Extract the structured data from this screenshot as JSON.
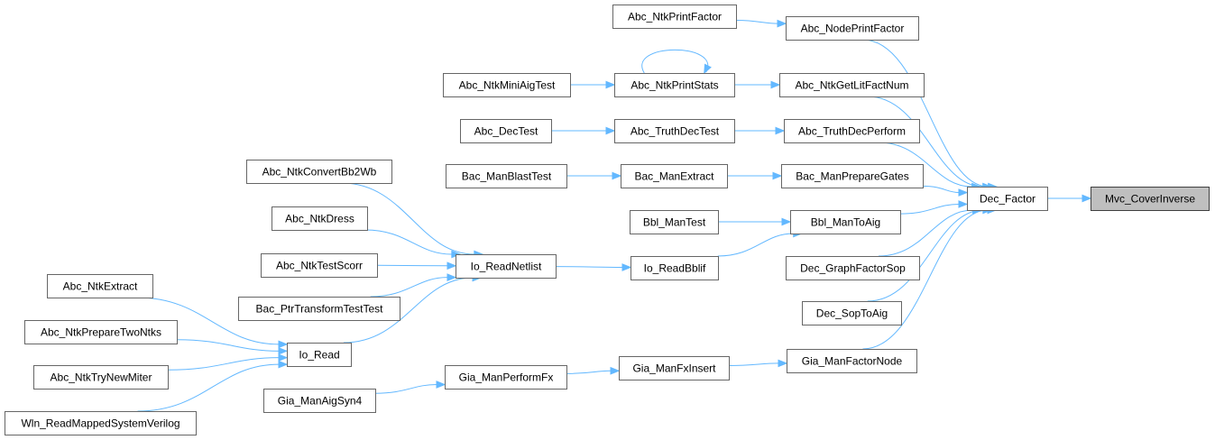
{
  "graph": {
    "root": "Mvc_CoverInverse",
    "nodes": [
      {
        "id": "mvc_coverinverse",
        "label": "Mvc_CoverInverse",
        "root": true
      },
      {
        "id": "dec_factor",
        "label": "Dec_Factor"
      },
      {
        "id": "abc_nodeprintfactor",
        "label": "Abc_NodePrintFactor"
      },
      {
        "id": "abc_ntkgetlitfactnum",
        "label": "Abc_NtkGetLitFactNum"
      },
      {
        "id": "abc_truthdecperform",
        "label": "Abc_TruthDecPerform"
      },
      {
        "id": "bac_manpreparegates",
        "label": "Bac_ManPrepareGates"
      },
      {
        "id": "bbl_mantoaig",
        "label": "Bbl_ManToAig"
      },
      {
        "id": "dec_graphfactorsop",
        "label": "Dec_GraphFactorSop"
      },
      {
        "id": "dec_soptoaig",
        "label": "Dec_SopToAig"
      },
      {
        "id": "gia_manfactornode",
        "label": "Gia_ManFactorNode"
      },
      {
        "id": "abc_ntkprintfactor",
        "label": "Abc_NtkPrintFactor"
      },
      {
        "id": "abc_ntkprintstats",
        "label": "Abc_NtkPrintStats"
      },
      {
        "id": "abc_truthdectest",
        "label": "Abc_TruthDecTest"
      },
      {
        "id": "bac_manextract",
        "label": "Bac_ManExtract"
      },
      {
        "id": "bbl_mantest",
        "label": "Bbl_ManTest"
      },
      {
        "id": "io_readbblif",
        "label": "Io_ReadBblif"
      },
      {
        "id": "gia_manfxinsert",
        "label": "Gia_ManFxInsert"
      },
      {
        "id": "abc_ntkminiaigtest",
        "label": "Abc_NtkMiniAigTest"
      },
      {
        "id": "abc_dectest",
        "label": "Abc_DecTest"
      },
      {
        "id": "bac_manblasttest",
        "label": "Bac_ManBlastTest"
      },
      {
        "id": "io_readnetlist",
        "label": "Io_ReadNetlist"
      },
      {
        "id": "gia_manperformfx",
        "label": "Gia_ManPerformFx"
      },
      {
        "id": "abc_ntkconvertbb2wb",
        "label": "Abc_NtkConvertBb2Wb"
      },
      {
        "id": "abc_ntkdress",
        "label": "Abc_NtkDress"
      },
      {
        "id": "abc_ntktestscorr",
        "label": "Abc_NtkTestScorr"
      },
      {
        "id": "bac_ptrtransformtesttest",
        "label": "Bac_PtrTransformTestTest"
      },
      {
        "id": "io_read",
        "label": "Io_Read"
      },
      {
        "id": "gia_manaigsyn4",
        "label": "Gia_ManAigSyn4"
      },
      {
        "id": "abc_ntkextract",
        "label": "Abc_NtkExtract"
      },
      {
        "id": "abc_ntkpreparetwontks",
        "label": "Abc_NtkPrepareTwoNtks"
      },
      {
        "id": "abc_ntktrynewmiter",
        "label": "Abc_NtkTryNewMiter"
      },
      {
        "id": "wln_readmappedsystemverilog",
        "label": "Wln_ReadMappedSystemVerilog"
      }
    ],
    "edges": [
      {
        "from": "dec_factor",
        "to": "mvc_coverinverse"
      },
      {
        "from": "abc_nodeprintfactor",
        "to": "dec_factor"
      },
      {
        "from": "abc_ntkgetlitfactnum",
        "to": "dec_factor"
      },
      {
        "from": "abc_truthdecperform",
        "to": "dec_factor"
      },
      {
        "from": "bac_manpreparegates",
        "to": "dec_factor"
      },
      {
        "from": "bbl_mantoaig",
        "to": "dec_factor"
      },
      {
        "from": "dec_graphfactorsop",
        "to": "dec_factor"
      },
      {
        "from": "dec_soptoaig",
        "to": "dec_factor"
      },
      {
        "from": "gia_manfactornode",
        "to": "dec_factor"
      },
      {
        "from": "abc_ntkprintfactor",
        "to": "abc_nodeprintfactor"
      },
      {
        "from": "abc_ntkprintstats",
        "to": "abc_ntkgetlitfactnum"
      },
      {
        "from": "abc_ntkprintstats",
        "to": "abc_ntkprintstats"
      },
      {
        "from": "abc_ntkminiaigtest",
        "to": "abc_ntkprintstats"
      },
      {
        "from": "abc_truthdectest",
        "to": "abc_truthdecperform"
      },
      {
        "from": "abc_dectest",
        "to": "abc_truthdectest"
      },
      {
        "from": "bac_manextract",
        "to": "bac_manpreparegates"
      },
      {
        "from": "bac_manblasttest",
        "to": "bac_manextract"
      },
      {
        "from": "bbl_mantest",
        "to": "bbl_mantoaig"
      },
      {
        "from": "io_readbblif",
        "to": "bbl_mantoaig"
      },
      {
        "from": "io_readnetlist",
        "to": "io_readbblif"
      },
      {
        "from": "abc_ntkconvertbb2wb",
        "to": "io_readnetlist"
      },
      {
        "from": "abc_ntkdress",
        "to": "io_readnetlist"
      },
      {
        "from": "abc_ntktestscorr",
        "to": "io_readnetlist"
      },
      {
        "from": "bac_ptrtransformtesttest",
        "to": "io_readnetlist"
      },
      {
        "from": "io_read",
        "to": "io_readnetlist"
      },
      {
        "from": "abc_ntkextract",
        "to": "io_read"
      },
      {
        "from": "abc_ntkpreparetwontks",
        "to": "io_read"
      },
      {
        "from": "abc_ntktrynewmiter",
        "to": "io_read"
      },
      {
        "from": "wln_readmappedsystemverilog",
        "to": "io_read"
      },
      {
        "from": "gia_manfxinsert",
        "to": "gia_manfactornode"
      },
      {
        "from": "gia_manperformfx",
        "to": "gia_manfxinsert"
      },
      {
        "from": "gia_manaigsyn4",
        "to": "gia_manperformfx"
      }
    ]
  }
}
